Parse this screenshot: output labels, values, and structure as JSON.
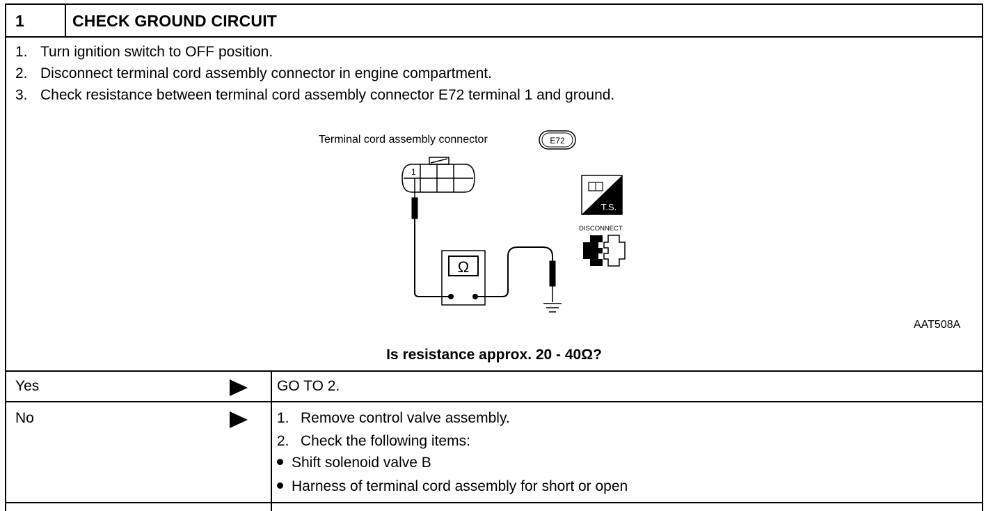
{
  "step": {
    "number": "1",
    "title": "CHECK GROUND CIRCUIT"
  },
  "instructions": [
    {
      "num": "1.",
      "text": "Turn ignition switch to OFF position."
    },
    {
      "num": "2.",
      "text": "Disconnect terminal cord assembly connector in engine compartment."
    },
    {
      "num": "3.",
      "text": "Check resistance between terminal cord assembly connector E72 terminal 1 and ground."
    }
  ],
  "figure": {
    "connector_label": "Terminal cord assembly connector",
    "connector_code": "E72",
    "pin_label": "1",
    "meter_symbol": "Ω",
    "ts_label": "T.S.",
    "disconnect_label": "DISCONNECT",
    "figure_id": "AAT508A"
  },
  "question": "Is resistance approx. 20 - 40Ω?",
  "answers": {
    "yes": {
      "label": "Yes",
      "result": "GO TO 2."
    },
    "no": {
      "label": "No",
      "result_steps": [
        {
          "num": "1.",
          "text": "Remove control valve assembly."
        },
        {
          "num": "2.",
          "text": "Check the following items:"
        }
      ],
      "bullets": [
        "Shift solenoid valve B",
        "Harness of terminal cord assembly for short or open"
      ]
    }
  }
}
